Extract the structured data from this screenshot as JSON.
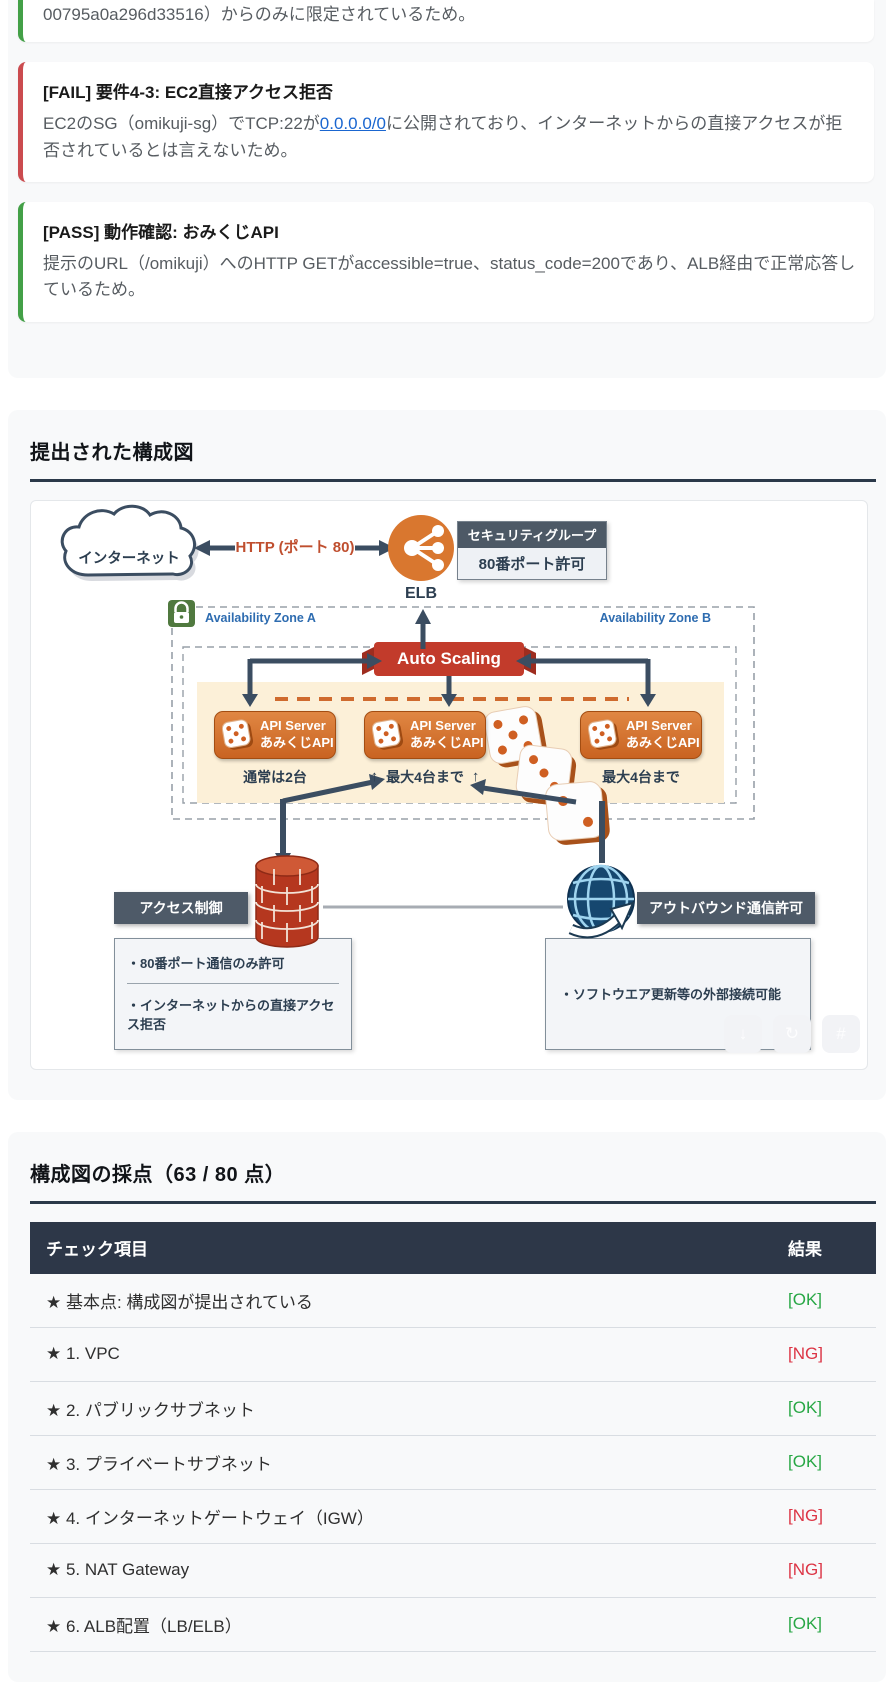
{
  "results_section": {
    "partial_card": {
      "text": "00795a0a296d33516）からのみに限定されているため。"
    },
    "fail_card": {
      "title": "[FAIL] 要件4-3: EC2直接アクセス拒否",
      "body_before_link": "EC2のSG（omikuji-sg）でTCP:22が",
      "link": "0.0.0.0/0",
      "body_after_link": "に公開されており、インターネットからの直接アクセスが拒否されているとは言えないため。"
    },
    "pass_card": {
      "title": "[PASS] 動作確認: おみくじAPI",
      "body": "提示のURL（/omikuji）へのHTTP GETがaccessible=true、status_code=200であり、ALB経由で正常応答しているため。"
    }
  },
  "diagram_section": {
    "title": "提出された構成図",
    "diagram": {
      "internet_label": "インターネット",
      "http_label": "HTTP (ポート 80)",
      "elb_label": "ELB",
      "sg_title": "セキュリティグループ",
      "sg_body": "80番ポート許可",
      "az_a": "Availability Zone A",
      "az_b": "Availability Zone B",
      "autoscaling_label": "Auto Scaling",
      "api_server_line1": "API Server",
      "api_server_line2": "あみくじAPI",
      "normal_count": "通常は2台",
      "max_count_mid": "最大4台まで",
      "max_count_right": "最大4台まで",
      "up_arrow": "↑",
      "access_control_title": "アクセス制御",
      "access_rule1": "・80番ポート通信のみ許可",
      "access_rule2": "・インターネットからの直接アクセス拒否",
      "outbound_title": "アウトバウンド通信許可",
      "outbound_rule": "・ソフトウエア更新等の外部接続可能"
    }
  },
  "scoring_section": {
    "title": "構成図の採点（63 / 80 点）",
    "table": {
      "header_item": "チェック項目",
      "header_result": "結果",
      "rows": [
        {
          "item": "★ 基本点: 構成図が提出されている",
          "result": "[OK]",
          "status": "ok"
        },
        {
          "item": "★ 1. VPC",
          "result": "[NG]",
          "status": "ng"
        },
        {
          "item": "★ 2. パブリックサブネット",
          "result": "[OK]",
          "status": "ok"
        },
        {
          "item": "★ 3. プライベートサブネット",
          "result": "[OK]",
          "status": "ok"
        },
        {
          "item": "★ 4. インターネットゲートウェイ（IGW）",
          "result": "[NG]",
          "status": "ng"
        },
        {
          "item": "★ 5. NAT Gateway",
          "result": "[NG]",
          "status": "ng"
        },
        {
          "item": "★ 6. ALB配置（LB/ELB）",
          "result": "[OK]",
          "status": "ok"
        }
      ]
    }
  },
  "colors": {
    "pass_green": "#43a047",
    "fail_red": "#cb4b4f",
    "ok_green": "#28a745",
    "ng_red": "#dc3545",
    "table_header_navy": "#2d3748",
    "diagram_orange": "#d9772f",
    "diagram_navy": "#2c3e50",
    "autoscaling_red": "#c23b2b"
  }
}
